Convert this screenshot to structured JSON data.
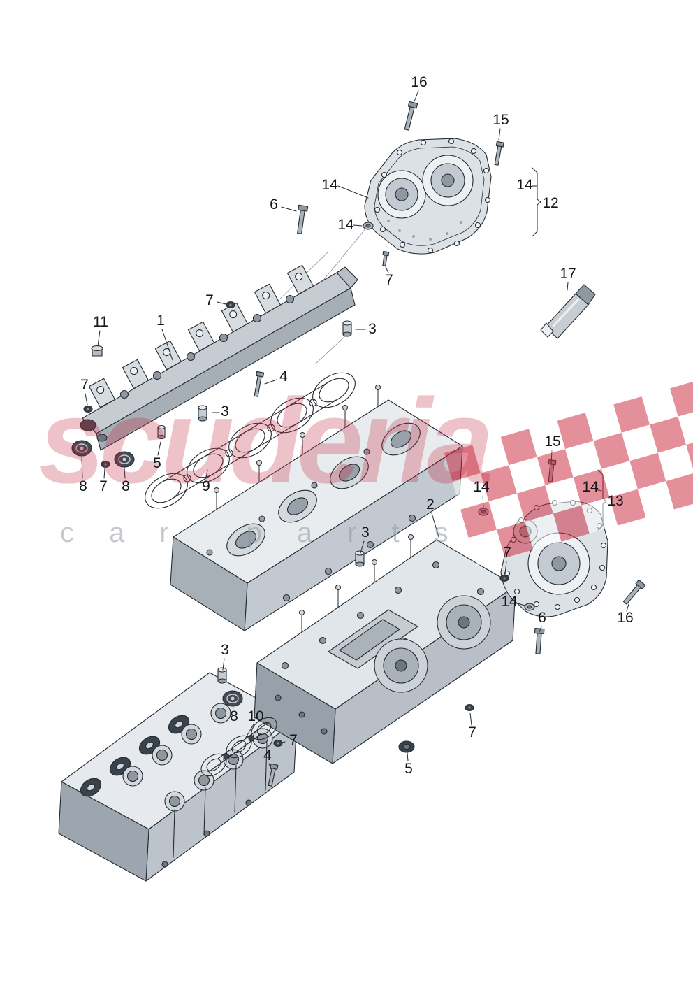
{
  "page": {
    "background_color": "#ffffff"
  },
  "watermark": {
    "brand": "scuderia",
    "subtitle": "car parts",
    "brand_color": "#c4203a",
    "checker_color": "#cb2438"
  },
  "diagram": {
    "callouts": [
      {
        "label": "16"
      },
      {
        "label": "15"
      },
      {
        "label": "14"
      },
      {
        "label": "6"
      },
      {
        "label": "14"
      },
      {
        "label": "12"
      },
      {
        "label": "14"
      },
      {
        "label": "7"
      },
      {
        "label": "17"
      },
      {
        "label": "7"
      },
      {
        "label": "3"
      },
      {
        "label": "11"
      },
      {
        "label": "1"
      },
      {
        "label": "4"
      },
      {
        "label": "7"
      },
      {
        "label": "3"
      },
      {
        "label": "5"
      },
      {
        "label": "8"
      },
      {
        "label": "7"
      },
      {
        "label": "8"
      },
      {
        "label": "9"
      },
      {
        "label": "15"
      },
      {
        "label": "14"
      },
      {
        "label": "14"
      },
      {
        "label": "13"
      },
      {
        "label": "2"
      },
      {
        "label": "3"
      },
      {
        "label": "7"
      },
      {
        "label": "14"
      },
      {
        "label": "6"
      },
      {
        "label": "16"
      },
      {
        "label": "3"
      },
      {
        "label": "8"
      },
      {
        "label": "10"
      },
      {
        "label": "7"
      },
      {
        "label": "4"
      },
      {
        "label": "7"
      },
      {
        "label": "5"
      }
    ]
  }
}
